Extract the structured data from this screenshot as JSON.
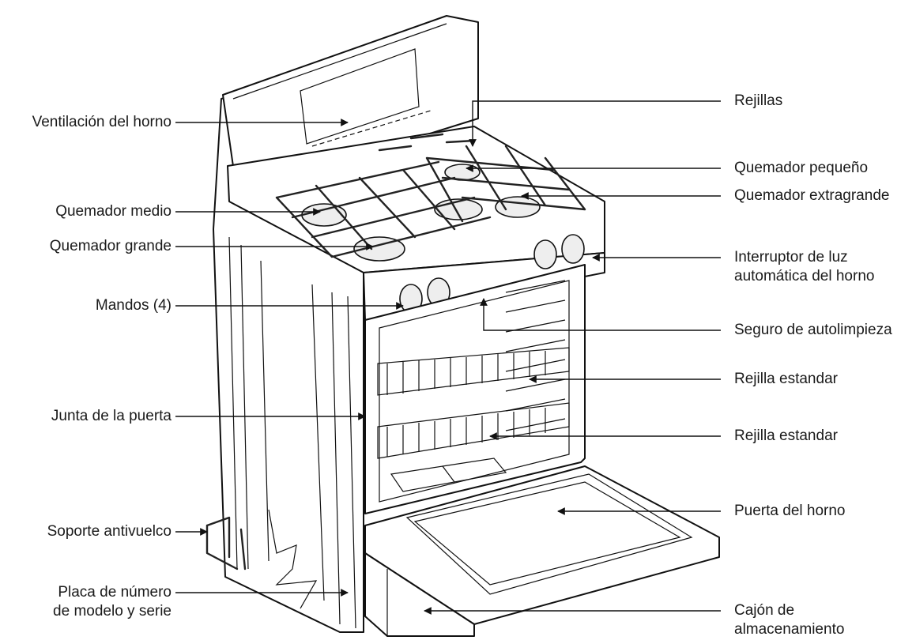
{
  "labels_left": [
    "Ventilación del horno",
    "Quemador medio",
    "Quemador grande",
    "Mandos (4)",
    "Junta de la puerta",
    "Soporte antivuelco",
    [
      "Placa de número",
      "de modelo y serie"
    ]
  ],
  "labels_right": [
    "Rejillas",
    "Quemador pequeño",
    "Quemador extragrande",
    [
      "Interruptor de luz",
      "automática del horno"
    ],
    "Seguro de autolimpieza",
    "Rejilla estandar",
    "Rejilla estandar",
    "Puerta del horno",
    [
      "Cajón de",
      "almacenamiento"
    ]
  ]
}
